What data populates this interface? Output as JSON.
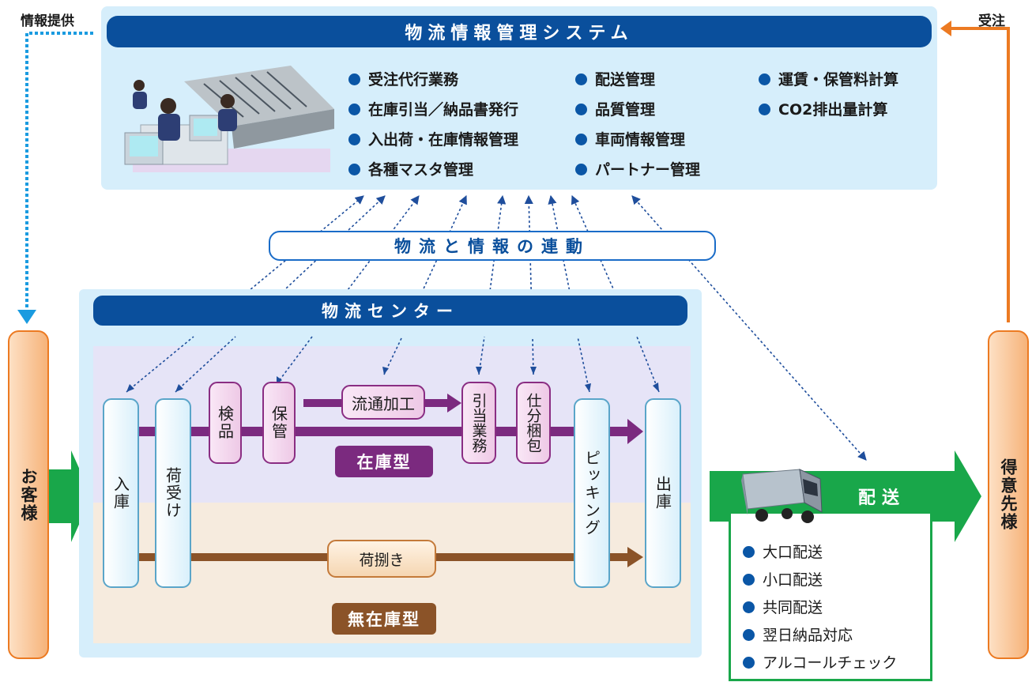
{
  "colors": {
    "navy": "#0a4f9c",
    "lightBlue": "#d6eefb",
    "purple": "#7b2a7f",
    "brown": "#8b5328",
    "green": "#19a74a",
    "orange": "#ec7a22",
    "cyan": "#1a9be0"
  },
  "system": {
    "title": "物流情報管理システム",
    "functions": [
      [
        "受注代行業務",
        "在庫引当／納品書発行",
        "入出荷・在庫情報管理",
        "各種マスタ管理"
      ],
      [
        "配送管理",
        "品質管理",
        "車両情報管理",
        "パートナー管理"
      ],
      [
        "運賃・保管料計算",
        "CO2排出量計算"
      ]
    ]
  },
  "link_label": "物流と情報の連動",
  "center": {
    "title": "物流センター",
    "stock_label": "在庫型",
    "nostock_label": "無在庫型",
    "steps": {
      "nyuko": "入庫",
      "niuke": "荷受け",
      "kenpin": "検品",
      "hokan": "保管",
      "ryutsu": "流通加工",
      "hikiate": "引当業務",
      "shiwake": "仕分梱包",
      "picking": "ピッキング",
      "shukko": "出庫",
      "nisabaki": "荷捌き"
    }
  },
  "customer": "お客様",
  "destination": "得意先様",
  "info_provide": "情報提供",
  "order": "受注",
  "delivery": {
    "title": "配送",
    "items": [
      "大口配送",
      "小口配送",
      "共同配送",
      "翌日納品対応",
      "アルコールチェック"
    ]
  }
}
